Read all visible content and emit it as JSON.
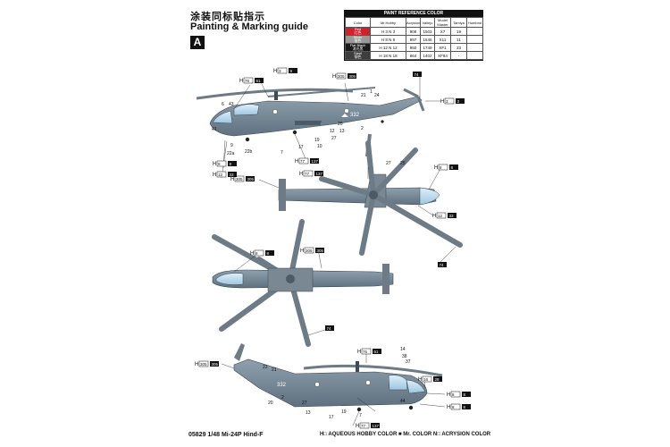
{
  "header": {
    "title_cn": "涂装同标贴指示",
    "title_en": "Painting & Marking guide",
    "section_letter": "A"
  },
  "reference_table": {
    "title": "PAINT REFERENCE COLOR",
    "columns": [
      "Color",
      "Mr.Hobby",
      "Acrysion",
      "Vallejo",
      "Model Master",
      "Tamiya",
      "Humbrol"
    ],
    "rows": [
      {
        "color_en": "Red",
        "color_cn": "红色",
        "swatch": "#d4202a",
        "hobby": "H 3",
        "mr": "N 3",
        "vallejo": "908",
        "model_master": "1503",
        "tamiya": "X7",
        "humbrol": "19"
      },
      {
        "color_en": "Silver",
        "color_cn": "银色",
        "swatch": "#9a9a9a",
        "hobby": "H 8",
        "mr": "N 8",
        "vallejo": "997",
        "model_master": "1546",
        "tamiya": "X11",
        "humbrol": "11"
      },
      {
        "color_en": "Flat Black",
        "color_cn": "消光黑",
        "swatch": "#1a1a1a",
        "hobby": "H 12",
        "mr": "N 12",
        "vallejo": "950",
        "model_master": "1749",
        "tamiya": "XF1",
        "humbrol": "33"
      },
      {
        "color_en": "Steel",
        "color_cn": "钢色",
        "swatch": "#3d3d3d",
        "hobby": "H 18",
        "mr": "N 18",
        "vallejo": "864",
        "model_master": "1402",
        "tamiya": "XF84",
        "humbrol": "-"
      }
    ]
  },
  "paint_codes": {
    "h76_61": {
      "h": "76",
      "n": "61"
    },
    "h3_8": {
      "h": "3",
      "n": "8"
    },
    "h305_305": {
      "h": "305",
      "n": "305"
    },
    "h74": {
      "n": "74"
    },
    "h3_3": {
      "h": "3",
      "n": "3"
    },
    "h8_8": {
      "h": "8",
      "n": "8"
    },
    "h12_33": {
      "h": "12",
      "n": "33"
    },
    "h77_137": {
      "h": "77",
      "n": "137"
    },
    "h77_137b": {
      "h": "77",
      "n": "137"
    },
    "h305_305b": {
      "h": "305",
      "n": "305"
    },
    "h305_305c": {
      "h": "305",
      "n": "305"
    },
    "h8_8b": {
      "h": "8",
      "n": "8"
    },
    "h12_33b": {
      "h": "12",
      "n": "33"
    },
    "h8_8c": {
      "h": "8",
      "n": "8"
    },
    "h74b": {
      "n": "74"
    },
    "h8_8d": {
      "h": "8",
      "n": "8"
    },
    "h74c": {
      "n": "74"
    },
    "h305_305d": {
      "h": "305",
      "n": "305"
    },
    "h76_61b": {
      "h": "76",
      "n": "61"
    },
    "h16_28": {
      "h": "16",
      "n": "28"
    },
    "h8_8e": {
      "h": "8",
      "n": "8"
    },
    "h8_8f": {
      "h": "8",
      "n": "8"
    },
    "h77_137c": {
      "h": "77",
      "n": "137"
    }
  },
  "callouts": {
    "side1": [
      "6",
      "43",
      "41",
      "9",
      "22a",
      "22b",
      "7",
      "17",
      "19",
      "10",
      "12",
      "27",
      "13",
      "2",
      "20",
      "1",
      "21",
      "24"
    ],
    "top": [
      "27",
      "25"
    ],
    "side2": [
      "23",
      "21",
      "20",
      "2",
      "27",
      "13",
      "17",
      "19",
      "7",
      "37",
      "38",
      "14",
      "44"
    ]
  },
  "tail_number": "332",
  "footer": {
    "product": "05829 1/48  Mi-24P Hind-F",
    "legend": "H□ AQUEOUS HOBBY COLOR    ■ Mr. COLOR    N□ ACRYSION COLOR"
  }
}
